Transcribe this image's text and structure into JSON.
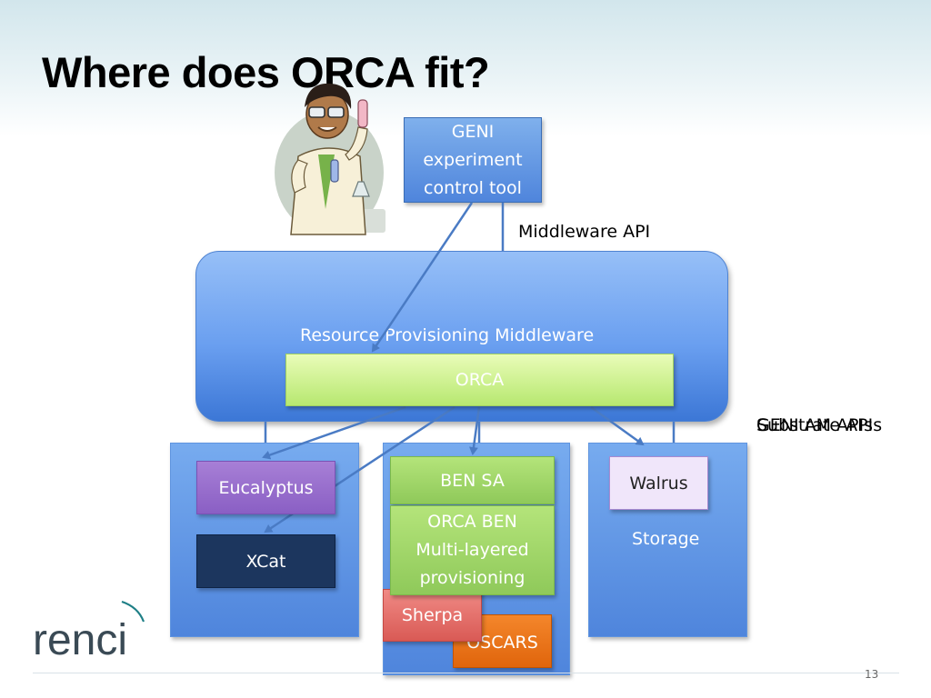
{
  "slide": {
    "title": "Where does ORCA fit?",
    "page_number": "13"
  },
  "logo": {
    "text": "renci"
  },
  "boxes": {
    "geni_tool": {
      "line1": "GENI",
      "line2": "experiment",
      "line3": "control tool"
    },
    "middleware": {
      "label": "Resource Provisioning Middleware"
    },
    "orca": {
      "label": "ORCA"
    },
    "eucalyptus": {
      "label": "Eucalyptus"
    },
    "xcat": {
      "label": "XCat"
    },
    "ben_sa": {
      "label": "BEN SA"
    },
    "orca_ben": {
      "line1": "ORCA BEN",
      "line2": "Multi-layered",
      "line3": "provisioning"
    },
    "sherpa": {
      "label": "Sherpa"
    },
    "oscars": {
      "label": "OSCARS"
    },
    "walrus": {
      "label": "Walrus"
    },
    "storage": {
      "label": "Storage"
    }
  },
  "labels": {
    "middleware_api": "Middleware API",
    "substrate_apis": "Substrate APIs",
    "geni_am_apis": "GENI AM APIs"
  },
  "colors": {
    "title": "#000000",
    "geni_tool": "#5b8fe0",
    "orca": "#c7ef8d",
    "eucalyptus": "#9468cb",
    "xcat": "#1c365e",
    "ben_green": "#9ed06a",
    "sherpa": "#e2635e",
    "oscars": "#e9701a",
    "walrus_fill": "#f0e6fa",
    "arrow": "#4a7bc4",
    "logo_dark": "#3a4a55",
    "logo_teal": "#1e7f86"
  },
  "icons": {
    "clipart": "scientist-clipart-icon"
  }
}
